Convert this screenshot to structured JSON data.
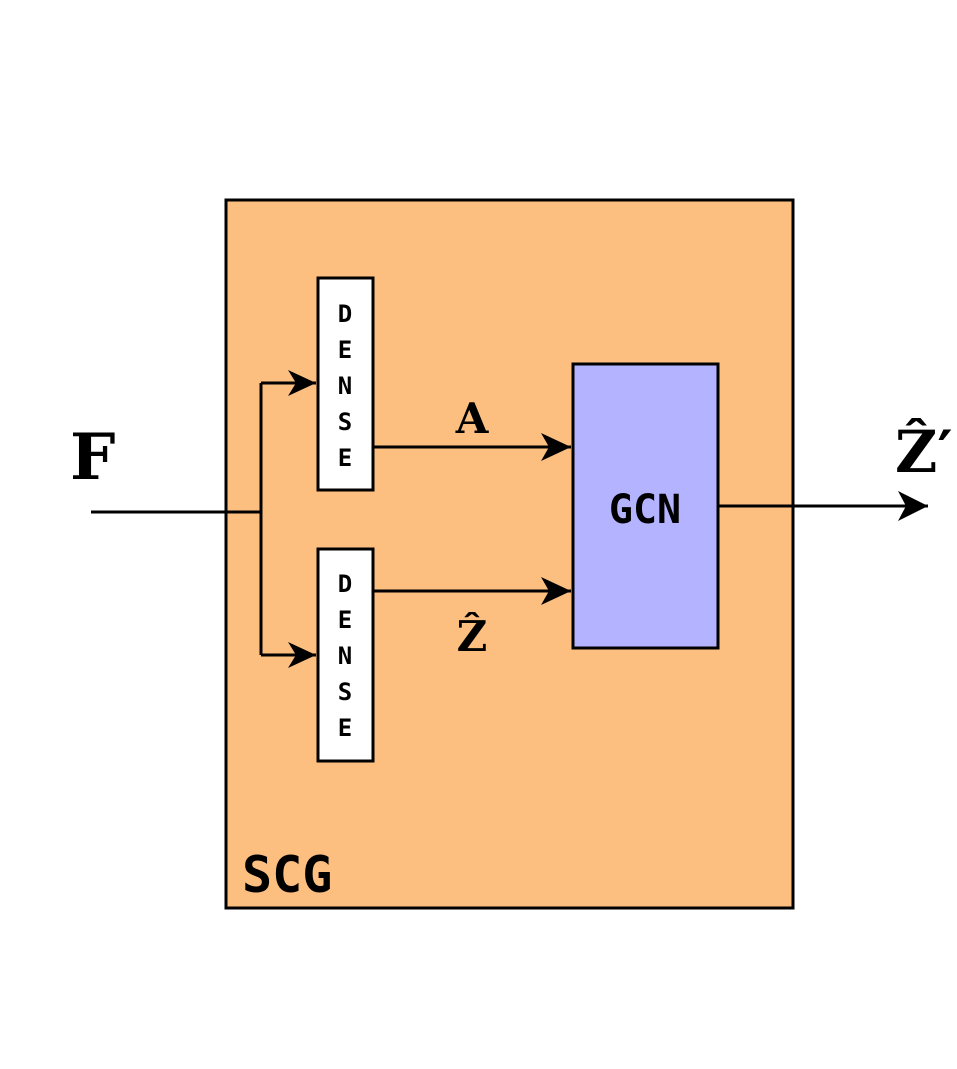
{
  "diagram": {
    "input_label": "F",
    "output_label": "Ẑ′",
    "module": {
      "label": "SCG",
      "fill_color": "#fdbf80"
    },
    "dense_top": {
      "letters": [
        "D",
        "E",
        "N",
        "S",
        "E"
      ]
    },
    "dense_bottom": {
      "letters": [
        "D",
        "E",
        "N",
        "S",
        "E"
      ]
    },
    "gcn": {
      "label": "GCN",
      "fill_color": "#b3b3ff"
    },
    "edge_labels": {
      "adjacency": "A",
      "features": "Ẑ"
    }
  }
}
